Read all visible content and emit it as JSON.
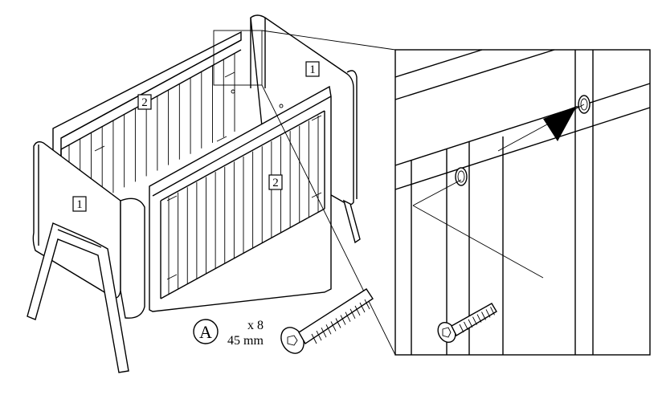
{
  "diagram": {
    "part_labels": {
      "end_panel_back": "1",
      "end_panel_front": "1",
      "side_rail_back": "2",
      "side_rail_front": "2"
    },
    "hardware": {
      "letter": "A",
      "quantity": "x 8",
      "length": "45 mm"
    }
  }
}
